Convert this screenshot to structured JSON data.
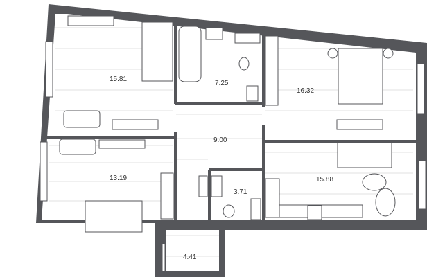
{
  "floor_plan": {
    "rooms": [
      {
        "id": "bedroom-1",
        "area": "15.81"
      },
      {
        "id": "bathroom",
        "area": "7.25"
      },
      {
        "id": "bedroom-master",
        "area": "16.32"
      },
      {
        "id": "hallway",
        "area": "9.00"
      },
      {
        "id": "bedroom-2",
        "area": "13.19"
      },
      {
        "id": "wc",
        "area": "3.71"
      },
      {
        "id": "kitchen-living",
        "area": "15.88"
      },
      {
        "id": "balcony",
        "area": "4.41"
      }
    ],
    "colors": {
      "wall": "#55565a",
      "floor_lines": "#d9d9d9",
      "background": "#ffffff"
    }
  }
}
